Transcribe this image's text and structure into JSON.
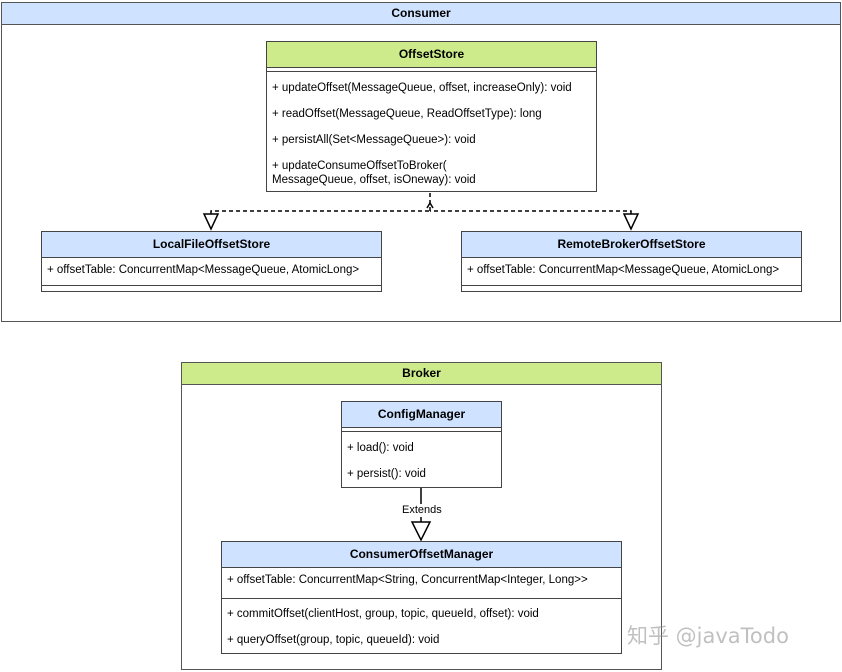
{
  "consumer": {
    "title": "Consumer",
    "offset_store": {
      "name": "OffsetStore",
      "methods": [
        "+ updateOffset(MessageQueue, offset, increaseOnly): void",
        "+ readOffset(MessageQueue, ReadOffsetType): long",
        "+ persistAll(Set<MessageQueue>): void",
        "+ updateConsumeOffsetToBroker(\nMessageQueue, offset, isOneway): void"
      ]
    },
    "local_store": {
      "name": "LocalFileOffsetStore",
      "fields": [
        "+ offsetTable: ConcurrentMap<MessageQueue, AtomicLong>"
      ]
    },
    "remote_store": {
      "name": "RemoteBrokerOffsetStore",
      "fields": [
        "+ offsetTable: ConcurrentMap<MessageQueue, AtomicLong>"
      ]
    }
  },
  "broker": {
    "title": "Broker",
    "config_manager": {
      "name": "ConfigManager",
      "methods": [
        "+ load(): void",
        "+ persist(): void"
      ]
    },
    "extends_label": "Extends",
    "consumer_offset_manager": {
      "name": "ConsumerOffsetManager",
      "fields": [
        "+ offsetTable: ConcurrentMap<String, ConcurrentMap<Integer, Long>>"
      ],
      "methods": [
        "+ commitOffset(clientHost, group, topic, queueId, offset): void",
        "+ queryOffset(group, topic, queueId): void"
      ]
    }
  },
  "watermark": "知乎 @javaTodo",
  "colors": {
    "consumer_header": "#cfe2ff",
    "broker_header": "#cdeb8b",
    "interface_header": "#cdeb8b",
    "class_header": "#cfe2ff",
    "border": "#444444"
  }
}
